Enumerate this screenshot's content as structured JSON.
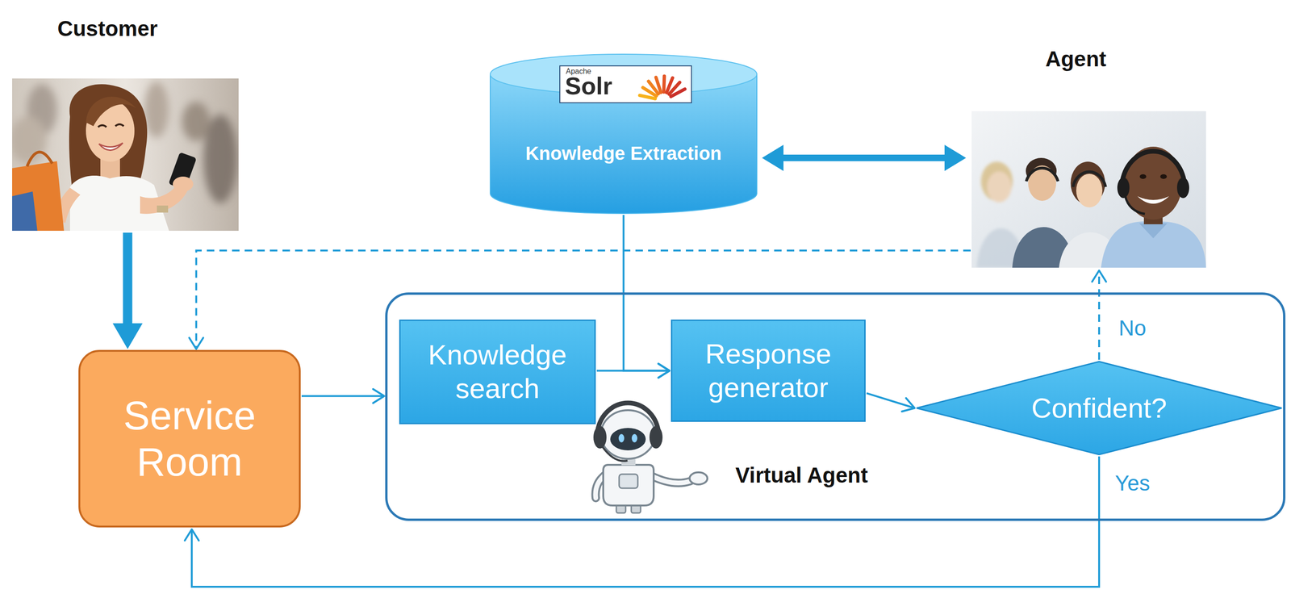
{
  "diagram": {
    "nodes": [
      {
        "text": [
          "Customer"
        ]
      },
      {
        "text": [
          "Knowledge Extraction"
        ]
      },
      {
        "text": [
          "Agent"
        ]
      },
      {
        "text": [
          "Service Room"
        ]
      },
      {
        "text": [
          "Virtual Agent"
        ]
      },
      {
        "text": [
          "Knowledge search"
        ],
        "in": 4
      },
      {
        "text": [
          "Response generator"
        ],
        "in": 4
      },
      {
        "text": [
          "Confident?"
        ],
        "in": 4
      }
    ],
    "edges": [
      {
        "from": 0,
        "to": 3,
        "arrow": "to"
      },
      {
        "from": 1,
        "to": 2,
        "arrow": "both"
      },
      {
        "from": 2,
        "to": 3,
        "arrow": "to"
      },
      {
        "from": 3,
        "to": 4,
        "arrow": "to"
      },
      {
        "from": 5,
        "to": 6,
        "arrow": "to"
      },
      {
        "from": 1,
        "to": 6,
        "arrow": "to"
      },
      {
        "from": 6,
        "to": 7,
        "arrow": "to"
      },
      {
        "from": 7,
        "to": 2,
        "label": "No",
        "arrow": "to"
      },
      {
        "from": 7,
        "to": 3,
        "label": "Yes",
        "arrow": "to"
      }
    ],
    "labels": [
      "Apache",
      "Solr"
    ]
  }
}
